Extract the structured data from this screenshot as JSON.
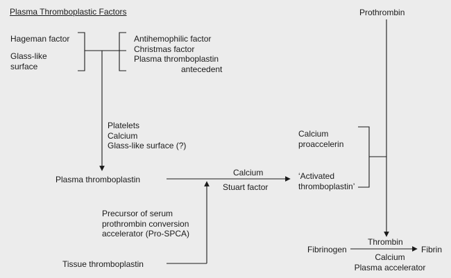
{
  "title": "Plasma Thromboplastic Factors",
  "nodes": {
    "hageman": "Hageman factor",
    "glass_surface": "Glass-like\nsurface",
    "antihemophilic": "Antihemophilic factor\nChristmas factor\nPlasma thromboplastin",
    "antecedent": "antecedent",
    "prothrombin": "Prothrombin",
    "platelets_group": "Platelets\nCalcium\nGlass-like surface (?)",
    "calcium_proaccelerin": "Calcium\nproaccelerin",
    "activated_thromboplastin": "‘Activated\nthromboplastin’",
    "plasma_thromboplastin": "Plasma thromboplastin",
    "calcium_label": "Calcium",
    "stuart_factor": "Stuart factor",
    "precursor": "Precursor of serum\nprothrombin conversion\naccelerator (Pro-SPCA)",
    "tissue_thromboplastin": "Tissue thromboplastin",
    "thrombin": "Thrombin",
    "fibrinogen": "Fibrinogen",
    "fibrin": "Fibrin",
    "calcium_plasma_accelerator": "Calcium\nPlasma accelerator"
  },
  "colors": {
    "line": "#1a1a1a",
    "background": "#ececec"
  }
}
